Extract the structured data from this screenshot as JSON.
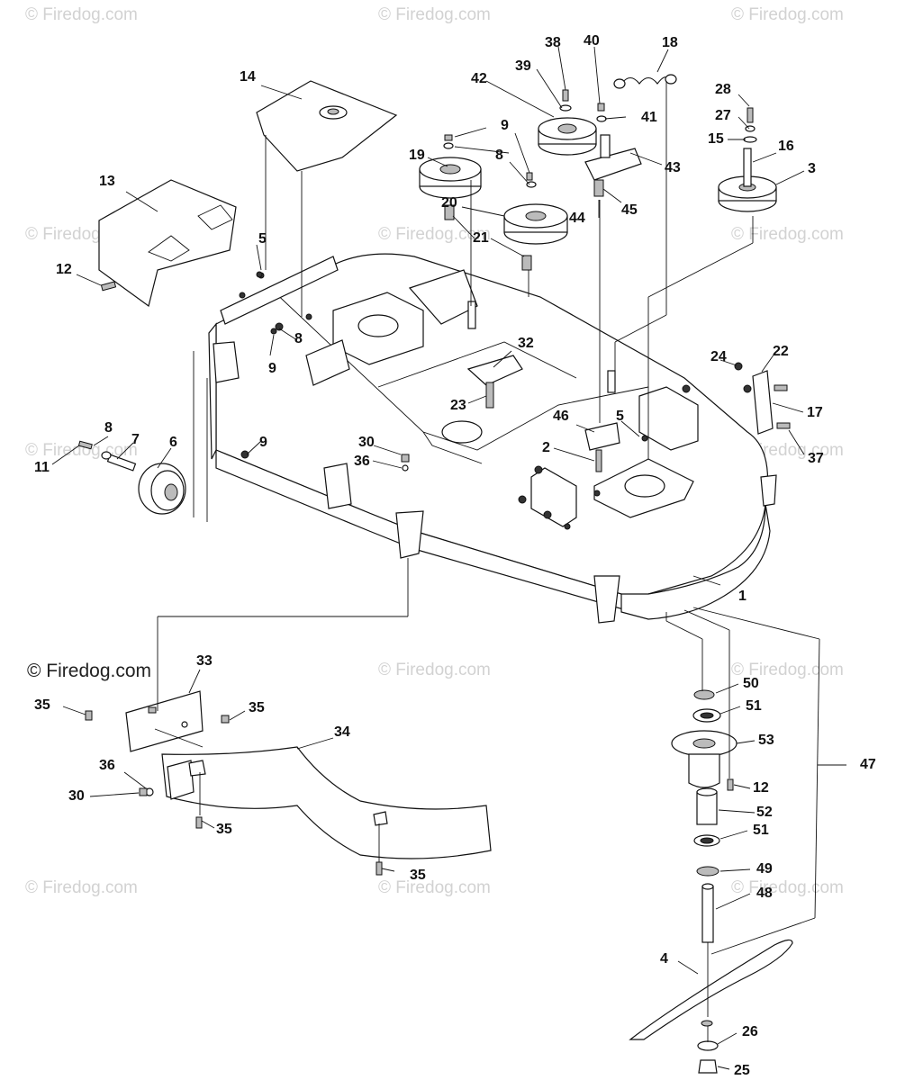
{
  "watermark": {
    "text": "© Firedog.com"
  },
  "labels": {
    "p1": "1",
    "p2": "2",
    "p3": "3",
    "p4": "4",
    "p5a": "5",
    "p5b": "5",
    "p6": "6",
    "p7": "7",
    "p8a": "8",
    "p8b": "8",
    "p8c": "8",
    "p9a": "9",
    "p9b": "9",
    "p9c": "9",
    "p11": "11",
    "p12a": "12",
    "p12b": "12",
    "p13": "13",
    "p14": "14",
    "p15": "15",
    "p16": "16",
    "p17": "17",
    "p18": "18",
    "p19": "19",
    "p20": "20",
    "p21": "21",
    "p22": "22",
    "p23": "23",
    "p24": "24",
    "p25": "25",
    "p26": "26",
    "p27": "27",
    "p28": "28",
    "p30a": "30",
    "p30b": "30",
    "p32": "32",
    "p33": "33",
    "p34": "34",
    "p35a": "35",
    "p35b": "35",
    "p35c": "35",
    "p35d": "35",
    "p36a": "36",
    "p36b": "36",
    "p37": "37",
    "p38": "38",
    "p39": "39",
    "p40": "40",
    "p41": "41",
    "p42": "42",
    "p43": "43",
    "p44": "44",
    "p45": "45",
    "p46": "46",
    "p47": "47",
    "p48": "48",
    "p49": "49",
    "p50": "50",
    "p51a": "51",
    "p51b": "51",
    "p52": "52",
    "p53": "53"
  }
}
